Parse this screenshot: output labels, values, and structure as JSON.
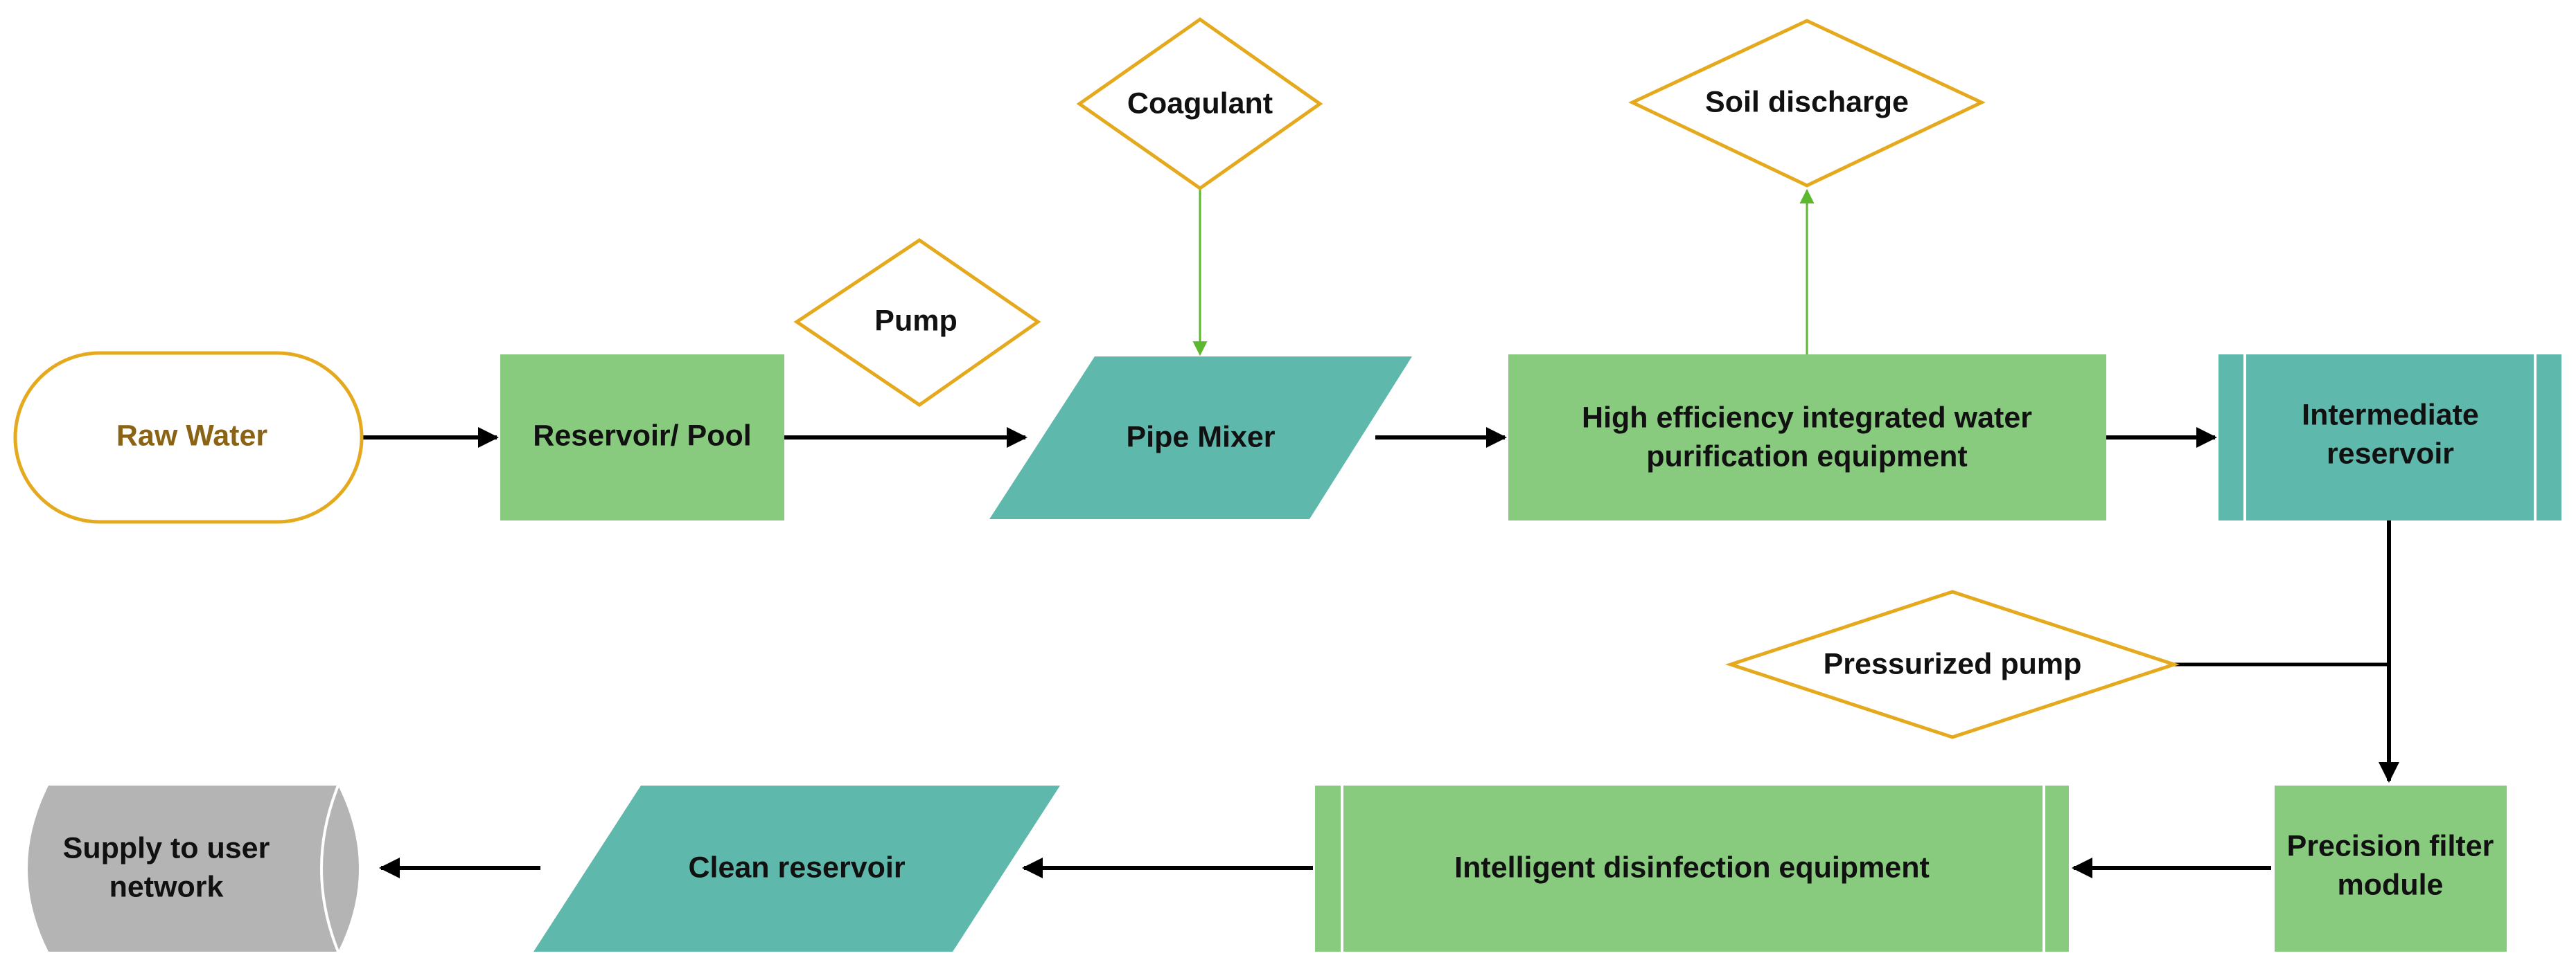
{
  "diagram": {
    "nodes": {
      "raw_water": "Raw Water",
      "reservoir_pool": "Reservoir/ Pool",
      "pump": "Pump",
      "coagulant": "Coagulant",
      "pipe_mixer": "Pipe Mixer",
      "purification_line1": "High efficiency integrated water",
      "purification_line2": "purification equipment",
      "soil_discharge": "Soil discharge",
      "intermediate_line1": "Intermediate",
      "intermediate_line2": "reservoir",
      "pressurized_pump": "Pressurized pump",
      "precision_line1": "Precision filter",
      "precision_line2": "module",
      "disinfection": "Intelligent disinfection equipment",
      "clean_reservoir": "Clean reservoir",
      "supply_line1": "Supply to user",
      "supply_line2": "network"
    },
    "colors": {
      "process_green": "#88cb7f",
      "teal": "#5fb8ac",
      "orange_outline": "#e5a91e",
      "gray": "#b4b4b4",
      "arrow_black": "#000000",
      "arrow_green": "#5cb82f",
      "raw_text": "#8a6414"
    }
  }
}
